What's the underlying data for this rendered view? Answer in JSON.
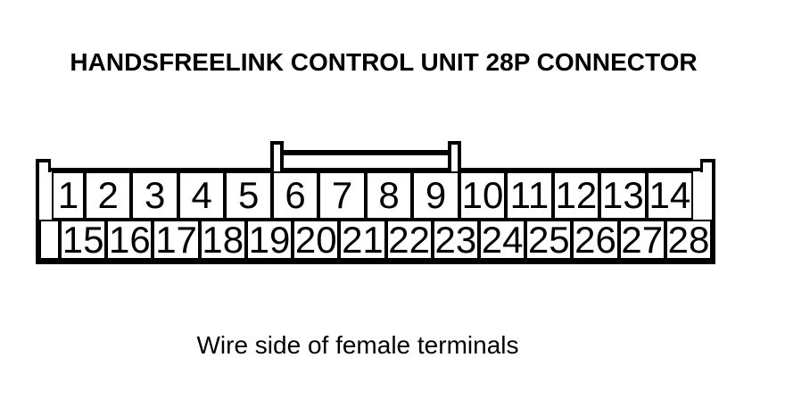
{
  "title": "HANDSFREELINK CONTROL UNIT 28P CONNECTOR",
  "caption": "Wire side of female terminals",
  "connector": {
    "type": "28P connector, two-row",
    "pins_top": [
      "1",
      "2",
      "3",
      "4",
      "5",
      "6",
      "7",
      "8",
      "9",
      "10",
      "11",
      "12",
      "13",
      "14"
    ],
    "pins_bottom": [
      "15",
      "16",
      "17",
      "18",
      "19",
      "20",
      "21",
      "22",
      "23",
      "24",
      "25",
      "26",
      "27",
      "28"
    ]
  },
  "colors": {
    "line": "#000000",
    "background": "#ffffff"
  }
}
